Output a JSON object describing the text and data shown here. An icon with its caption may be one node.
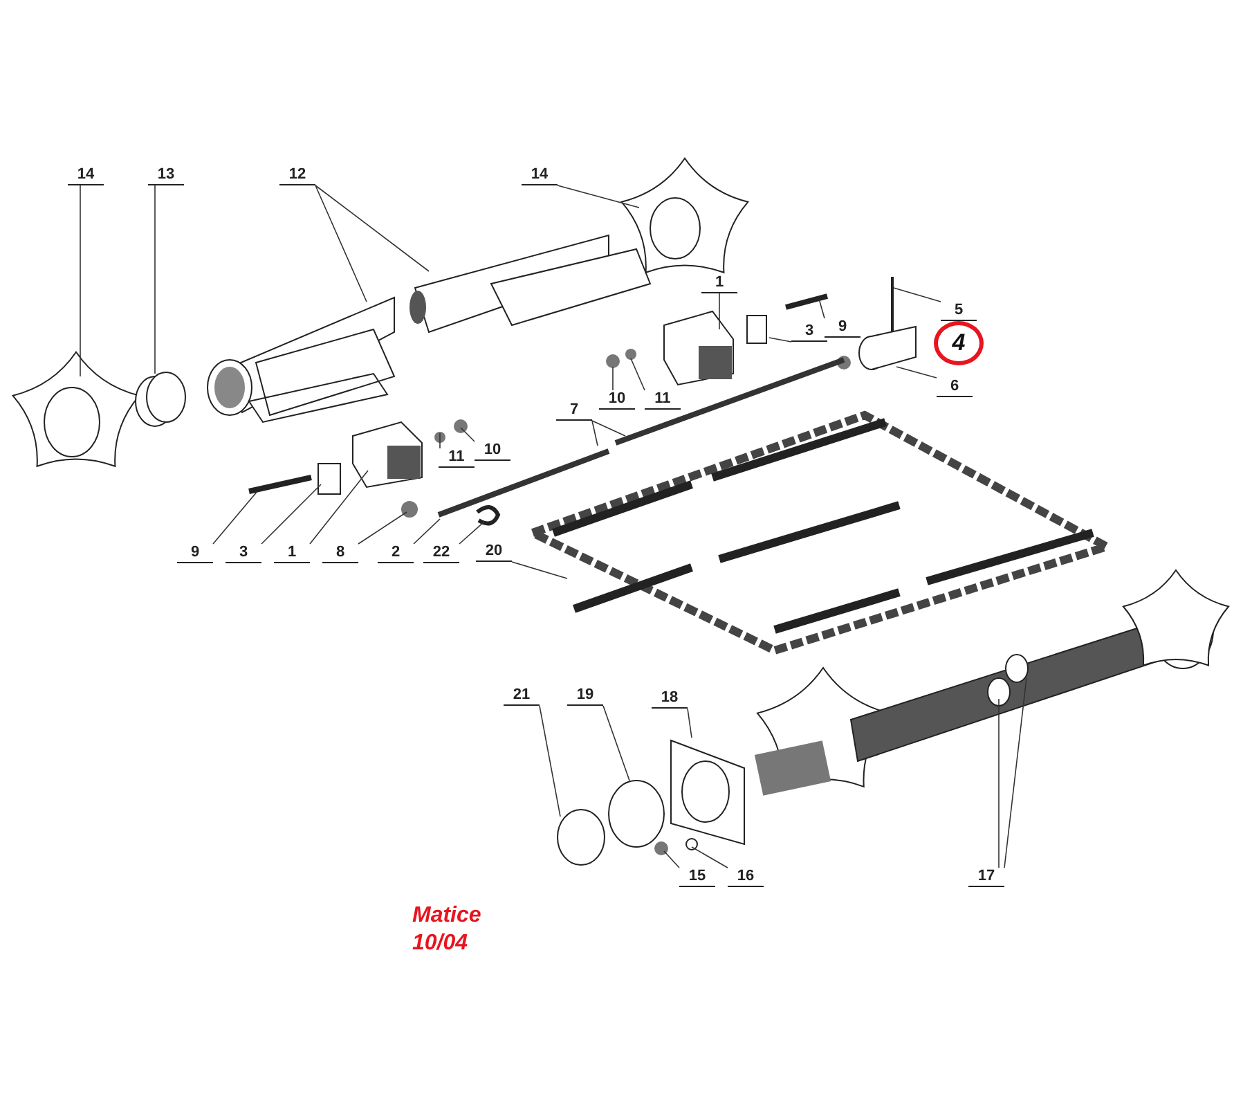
{
  "diagram": {
    "nodes": [
      {
        "text": [
          "14"
        ]
      },
      {
        "text": [
          "13"
        ]
      },
      {
        "text": [
          "12"
        ]
      },
      {
        "text": [
          "14"
        ]
      },
      {
        "text": [
          "1"
        ]
      },
      {
        "text": [
          "3"
        ]
      },
      {
        "text": [
          "9"
        ]
      },
      {
        "text": [
          "5"
        ]
      },
      {
        "text": [
          "4"
        ]
      },
      {
        "text": [
          "6"
        ]
      },
      {
        "text": [
          "7"
        ]
      },
      {
        "text": [
          "10"
        ]
      },
      {
        "text": [
          "11"
        ]
      },
      {
        "text": [
          "11"
        ]
      },
      {
        "text": [
          "10"
        ]
      },
      {
        "text": [
          "9"
        ]
      },
      {
        "text": [
          "3"
        ]
      },
      {
        "text": [
          "1"
        ]
      },
      {
        "text": [
          "8"
        ]
      },
      {
        "text": [
          "2"
        ]
      },
      {
        "text": [
          "22"
        ]
      },
      {
        "text": [
          "20"
        ]
      },
      {
        "text": [
          "21"
        ]
      },
      {
        "text": [
          "19"
        ]
      },
      {
        "text": [
          "18"
        ]
      },
      {
        "text": [
          "15"
        ]
      },
      {
        "text": [
          "16"
        ]
      },
      {
        "text": [
          "17"
        ]
      }
    ],
    "edges": [
      {
        "from": 0,
        "to": null,
        "arrow": "none"
      },
      {
        "from": 1,
        "to": null,
        "arrow": "none"
      },
      {
        "from": 2,
        "to": null,
        "arrow": "none"
      },
      {
        "from": 2,
        "to": null,
        "arrow": "none"
      },
      {
        "from": 3,
        "to": null,
        "arrow": "none"
      },
      {
        "from": 4,
        "to": null,
        "arrow": "none"
      },
      {
        "from": 5,
        "to": null,
        "arrow": "none"
      },
      {
        "from": 6,
        "to": null,
        "arrow": "none"
      },
      {
        "from": 7,
        "to": null,
        "arrow": "none"
      },
      {
        "from": 9,
        "to": null,
        "arrow": "none"
      },
      {
        "from": 10,
        "to": null,
        "arrow": "none"
      },
      {
        "from": 10,
        "to": null,
        "arrow": "none"
      },
      {
        "from": 11,
        "to": null,
        "arrow": "none"
      },
      {
        "from": 12,
        "to": null,
        "arrow": "none"
      },
      {
        "from": 13,
        "to": null,
        "arrow": "none"
      },
      {
        "from": 14,
        "to": null,
        "arrow": "none"
      },
      {
        "from": 15,
        "to": null,
        "arrow": "none"
      },
      {
        "from": 16,
        "to": null,
        "arrow": "none"
      },
      {
        "from": 17,
        "to": null,
        "arrow": "none"
      },
      {
        "from": 18,
        "to": null,
        "arrow": "none"
      },
      {
        "from": 19,
        "to": null,
        "arrow": "none"
      },
      {
        "from": 20,
        "to": null,
        "arrow": "none"
      },
      {
        "from": 21,
        "to": null,
        "arrow": "none"
      },
      {
        "from": 22,
        "to": null,
        "arrow": "none"
      },
      {
        "from": 23,
        "to": null,
        "arrow": "none"
      },
      {
        "from": 24,
        "to": null,
        "arrow": "none"
      },
      {
        "from": 25,
        "to": null,
        "arrow": "none"
      },
      {
        "from": 26,
        "to": null,
        "arrow": "none"
      },
      {
        "from": 27,
        "to": null,
        "arrow": "none"
      },
      {
        "from": 27,
        "to": null,
        "arrow": "none"
      }
    ],
    "labels": [
      "Matice 10/04"
    ]
  }
}
